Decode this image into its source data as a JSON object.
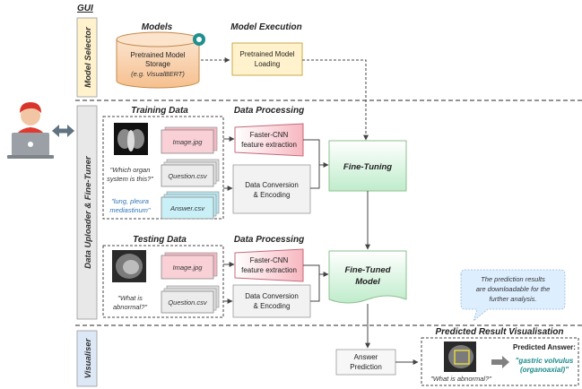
{
  "gui_label": "GUI",
  "sections": {
    "model_selector": "Model Selector",
    "data_uploader": "Data Uploader & Fine-Tuner",
    "visualiser": "Visualiser"
  },
  "headers": {
    "models": "Models",
    "model_execution": "Model Execution",
    "training_data": "Training Data",
    "data_processing_train": "Data Processing",
    "testing_data": "Testing Data",
    "data_processing_test": "Data Processing",
    "predicted_vis": "Predicted Result Visualisation"
  },
  "storage": {
    "line1": "Pretrained Model",
    "line2": "Storage",
    "line3": "(e.g. VisualBERT)"
  },
  "loading": {
    "line1": "Pretrained Model",
    "line2": "Loading"
  },
  "training": {
    "image_file": "Image.jpg",
    "question_file": "Question.csv",
    "answer_file": "Answer.csv",
    "question_text_1": "\"Which organ",
    "question_text_2": "system is this?\"",
    "answer_text_1": "\"lung, pleura",
    "answer_text_2": "mediastinum\""
  },
  "testing": {
    "image_file": "Image.jpg",
    "question_file": "Question.csv",
    "question_text_1": "\"What is",
    "question_text_2": "abnormal?\""
  },
  "processing": {
    "cnn_line1": "Faster-CNN",
    "cnn_line2": "feature extraction",
    "conv_line1": "Data Conversion",
    "conv_line2": "& Encoding"
  },
  "fine_tuning": "Fine-Tuning",
  "fine_tuned": {
    "line1": "Fine-Tuned",
    "line2": "Model"
  },
  "callout": {
    "line1": "The prediction results",
    "line2": "are downloadable  for the",
    "line3": "further analysis."
  },
  "answer_prediction": {
    "line1": "Answer",
    "line2": "Prediction"
  },
  "result": {
    "question": "\"What is abnormal?\"",
    "predicted_label": "Predicted Answer:",
    "answer_line1": "\"gastric volvulus",
    "answer_line2": "(organoaxial)\""
  },
  "colors": {
    "storage": "#f8cba0",
    "loading": "#fff2cc",
    "image_file": "#f8d0d6",
    "doc_file": "#e6e6e6",
    "answer_file": "#c9f0f7",
    "process": "#f2f2f2",
    "fine_tuning": "#e2f3df",
    "fine_tuned": "#d2f5de",
    "callout": "#ddeeff",
    "teal_answer": "#1a8a8a"
  }
}
